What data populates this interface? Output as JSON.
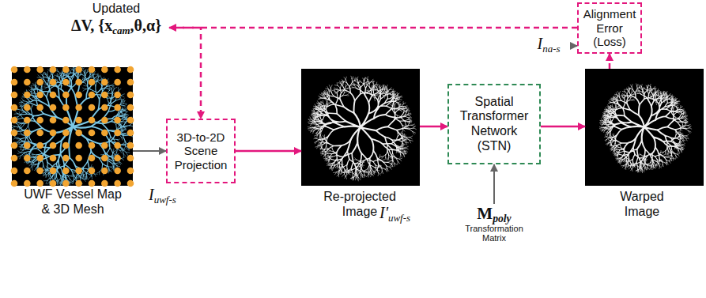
{
  "diagram": {
    "nodes": [
      {
        "text": [
          "UWF Vessel Map & 3D Mesh",
          "Iuwf-s"
        ]
      },
      {
        "text": [
          "3D-to-2D Scene Projection"
        ]
      },
      {
        "text": [
          "Re-projected Image",
          "I'uwf-s"
        ]
      },
      {
        "text": [
          "Spatial Transformer Network (STN)"
        ]
      },
      {
        "text": [
          "Warped Image"
        ]
      },
      {
        "text": [
          "Alignment Error (Loss)"
        ]
      },
      {
        "text": [
          "Updated",
          "ΔV, {xcam,θ,α}"
        ]
      },
      {
        "text": [
          "Mpoly",
          "Transformation Matrix"
        ]
      },
      {
        "text": [
          "Ina-s"
        ]
      }
    ],
    "edges": [
      {
        "from": 0,
        "to": 1,
        "arrow": "to"
      },
      {
        "from": 1,
        "to": 2,
        "arrow": "to"
      },
      {
        "from": 2,
        "to": 3,
        "arrow": "to"
      },
      {
        "from": 3,
        "to": 4,
        "arrow": "to"
      },
      {
        "from": 4,
        "to": 5,
        "arrow": "to"
      },
      {
        "from": 5,
        "to": 6,
        "arrow": "to"
      },
      {
        "from": 6,
        "to": 1,
        "arrow": "to"
      },
      {
        "from": 7,
        "to": 3,
        "arrow": "to"
      },
      {
        "from": 8,
        "to": 5,
        "arrow": "to"
      }
    ]
  }
}
